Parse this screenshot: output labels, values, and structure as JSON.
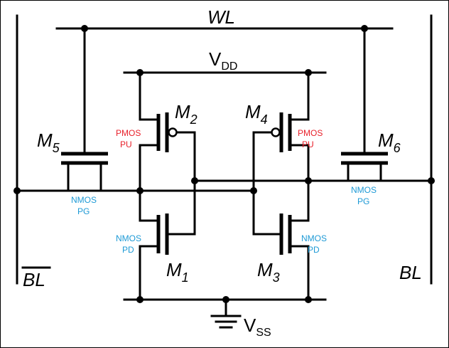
{
  "labels": {
    "wl": "WL",
    "vdd": "V",
    "vdd_sub": "DD",
    "vss": "V",
    "vss_sub": "SS",
    "bl": "BL",
    "blb": "BL",
    "m1": "M",
    "m1_sub": "1",
    "m2": "M",
    "m2_sub": "2",
    "m3": "M",
    "m3_sub": "3",
    "m4": "M",
    "m4_sub": "4",
    "m5": "M",
    "m5_sub": "5",
    "m6": "M",
    "m6_sub": "6"
  },
  "tags": {
    "pmos": "PMOS",
    "pu": "PU",
    "nmos": "NMOS",
    "pd": "PD",
    "pg": "PG"
  },
  "colors": {
    "pmos_tag": "#e8202a",
    "nmos_tag": "#1e9ad6",
    "wire": "#000000"
  }
}
